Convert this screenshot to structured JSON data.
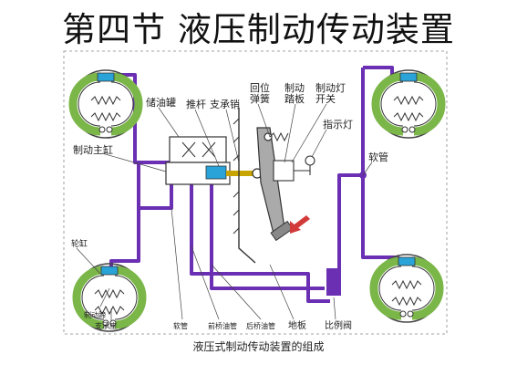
{
  "title": "第四节   液压制动传动装置",
  "caption": "液压式制动传动装置的组成",
  "labels": {
    "reservoir": "储油罐",
    "push_rod": "推杆",
    "support_pin": "支承销",
    "return_spring_1": "回位",
    "return_spring_2": "弹簧",
    "pedal_1": "制动",
    "pedal_2": "踏板",
    "light_switch_1": "制动灯",
    "light_switch_2": "开关",
    "indicator_lamp": "指示灯",
    "master_cylinder": "制动主缸",
    "hose": "软管",
    "wheel_cylinder": "轮缸",
    "brake_shoe": "制动蹄",
    "support_seat": "支承座",
    "rear_line": "后桥油管",
    "front_line": "前桥油管",
    "floor": "地板",
    "proportioning_valve": "比例阀",
    "hose_bottom": "软管"
  },
  "colors": {
    "pipe": "#6a2fb3",
    "shoe": "#7ab648",
    "cylinder": "#29a3d8",
    "lever": "#c8a400",
    "pedal_arm": "#aaaaaa",
    "arrow": "#d23a3a"
  }
}
